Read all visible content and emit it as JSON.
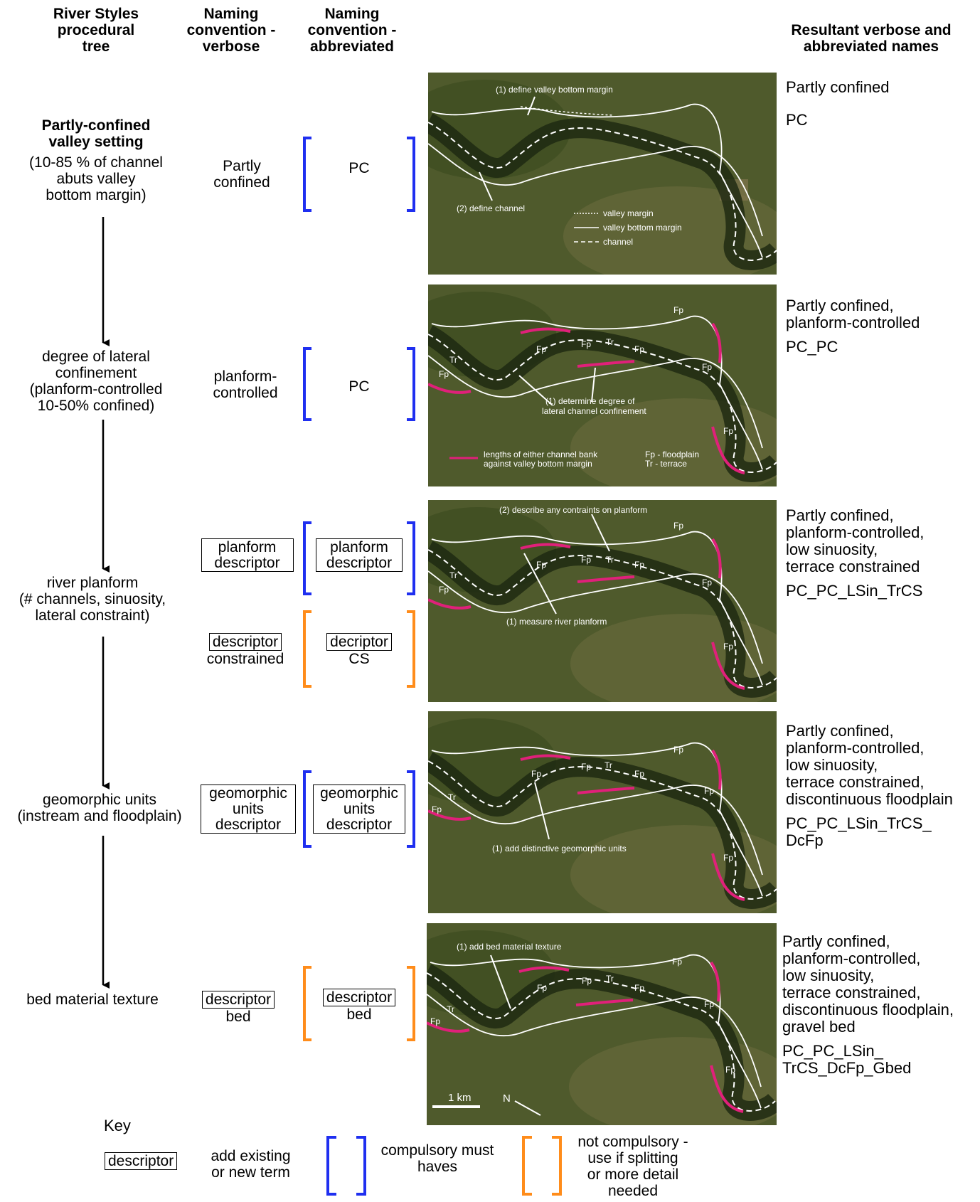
{
  "headers": {
    "tree": [
      "River Styles",
      "procedural",
      "tree"
    ],
    "verbose": [
      "Naming",
      "convention -",
      "verbose"
    ],
    "abbrev": [
      "Naming",
      "convention -",
      "abbreviated"
    ],
    "result": [
      "Resultant verbose and",
      "abbreviated names"
    ]
  },
  "steps": [
    {
      "tree": [
        "Partly-confined",
        "valley setting"
      ],
      "tree_sub": [
        "(10-85 % of channel",
        "abuts valley",
        "bottom margin)"
      ],
      "verbose": [
        "Partly",
        "confined"
      ],
      "abbrev": "PC",
      "result_verbose": [
        "Partly confined"
      ],
      "result_abbrev": [
        "PC"
      ]
    },
    {
      "tree": [
        "degree of lateral",
        "confinement",
        "(planform-controlled",
        "10-50% confined)"
      ],
      "verbose": [
        "planform-",
        "controlled"
      ],
      "abbrev": "PC",
      "result_verbose": [
        "Partly confined,",
        "planform-controlled"
      ],
      "result_abbrev": [
        "PC_PC"
      ]
    },
    {
      "tree": [
        "river planform",
        "(# channels, sinuosity,",
        "lateral constraint)"
      ],
      "verbose_box": [
        "planform",
        "descriptor"
      ],
      "abbrev_box": [
        "planform",
        "descriptor"
      ],
      "verbose2_box": "descriptor",
      "verbose2_rest": "constrained",
      "abbrev2_box": "decriptor",
      "abbrev2_rest": "CS",
      "result_verbose": [
        "Partly confined,",
        "planform-controlled,",
        "low sinuosity,",
        "terrace constrained"
      ],
      "result_abbrev": [
        "PC_PC_LSin_TrCS"
      ]
    },
    {
      "tree": [
        "geomorphic units",
        "(instream and floodplain)"
      ],
      "verbose_box": [
        "geomorphic",
        "units",
        "descriptor"
      ],
      "abbrev_box": [
        "geomorphic",
        "units",
        "descriptor"
      ],
      "result_verbose": [
        "Partly confined,",
        "planform-controlled,",
        "low sinuosity,",
        "terrace constrained,",
        "discontinuous floodplain"
      ],
      "result_abbrev": [
        "PC_PC_LSin_TrCS_",
        "DcFp"
      ]
    },
    {
      "tree": [
        "bed material texture"
      ],
      "verbose_box": "descriptor",
      "verbose_rest": "bed",
      "abbrev_box": "descriptor",
      "abbrev_rest": "bed",
      "result_verbose": [
        "Partly confined,",
        "planform-controlled,",
        "low sinuosity,",
        "terrace constrained,",
        "discontinuous floodplain,",
        "gravel bed"
      ],
      "result_abbrev": [
        "PC_PC_LSin_",
        "TrCS_DcFp_Gbed"
      ]
    }
  ],
  "maps": {
    "m1": {
      "ann1": "(1) define valley bottom margin",
      "ann2": "(2) define channel",
      "legend": [
        "valley margin",
        "valley bottom margin",
        "channel"
      ]
    },
    "m2": {
      "ann1": "(1) determine degree of",
      "ann1b": "lateral channel confinement",
      "legend": [
        "lengths of either channel bank",
        "against valley bottom margin"
      ],
      "legend2": [
        "Fp - floodplain",
        "Tr - terrace"
      ]
    },
    "m3": {
      "ann1": "(2) describe any contraints on planform",
      "ann2": "(1) measure river planform"
    },
    "m4": {
      "ann1": "(1) add distinctive geomorphic units"
    },
    "m5": {
      "ann1": "(1) add bed material texture",
      "scale": "1 km",
      "north": "N"
    },
    "labels": {
      "fp": "Fp",
      "tr": "Tr"
    }
  },
  "key": {
    "title": "Key",
    "box": "descriptor",
    "box_desc": [
      "add existing",
      "or new term"
    ],
    "blue_desc": [
      "compulsory must",
      "haves"
    ],
    "orange_desc": [
      "not compulsory -",
      "use if splitting",
      "or more detail",
      "needed"
    ]
  },
  "colors": {
    "compulsory": "#1f2ff0",
    "optional": "#ff8c1a",
    "confined_bank": "#e0207a"
  }
}
